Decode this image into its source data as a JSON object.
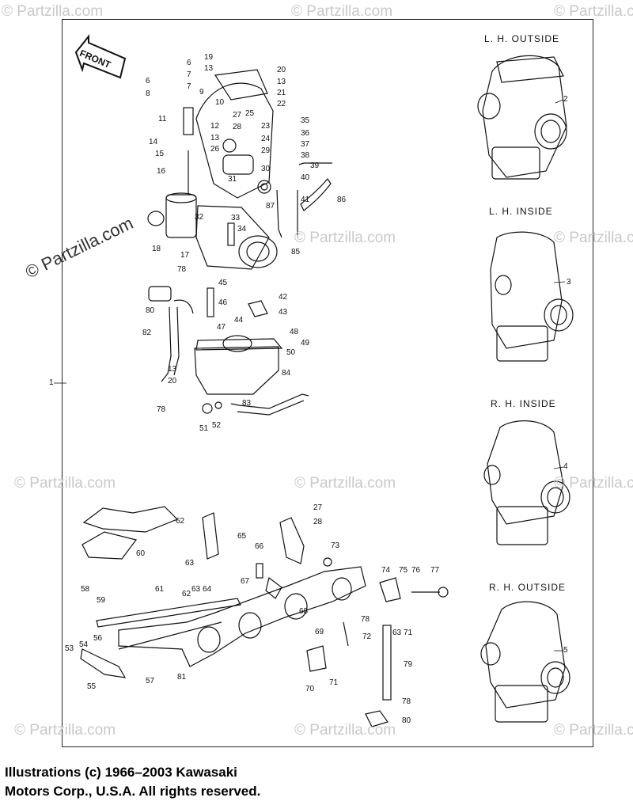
{
  "front_label": "FRONT",
  "watermark": "© Partzilla.com",
  "side_label": "1",
  "views": [
    {
      "title": "L. H.  OUTSIDE",
      "part": "2"
    },
    {
      "title": "L. H.  INSIDE",
      "part": "3"
    },
    {
      "title": "R. H.  INSIDE",
      "part": "4"
    },
    {
      "title": "R. H.  OUTSIDE",
      "part": "5"
    }
  ],
  "callouts": [
    "6",
    "7",
    "6",
    "7",
    "8",
    "9",
    "10",
    "11",
    "12",
    "13",
    "14",
    "15",
    "16",
    "17",
    "18",
    "19",
    "13",
    "20",
    "13",
    "21",
    "22",
    "27",
    "25",
    "28",
    "23",
    "24",
    "26",
    "29",
    "30",
    "31",
    "35",
    "36",
    "37",
    "38",
    "39",
    "40",
    "41",
    "32",
    "33",
    "34",
    "86",
    "87",
    "85",
    "78",
    "45",
    "80",
    "46",
    "42",
    "43",
    "44",
    "82",
    "47",
    "48",
    "49",
    "50",
    "13",
    "20",
    "84",
    "78",
    "83",
    "51",
    "52",
    "60",
    "27",
    "28",
    "62",
    "65",
    "63",
    "66",
    "73",
    "67",
    "58",
    "61",
    "62",
    "63",
    "64",
    "59",
    "68",
    "69",
    "72",
    "74",
    "75",
    "76",
    "77",
    "78",
    "63",
    "71",
    "56",
    "54",
    "53",
    "55",
    "57",
    "81",
    "70",
    "71",
    "79",
    "78",
    "80"
  ],
  "copyright": {
    "line1": "Illustrations (c) 1966–2003 Kawasaki",
    "line2": "Motors Corp., U.S.A.  All rights reserved."
  },
  "colors": {
    "ink": "#111111",
    "frame": "#222222",
    "watermark": "#c9c9c9",
    "background": "#ffffff"
  }
}
